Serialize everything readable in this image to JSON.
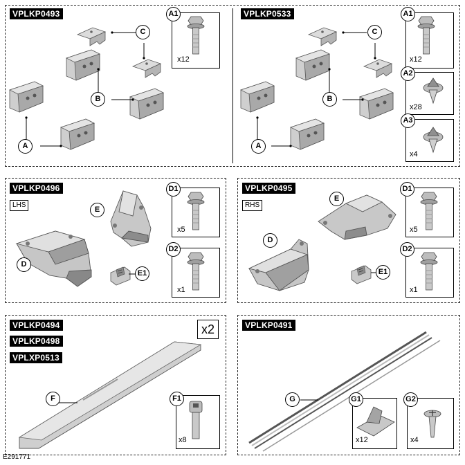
{
  "figure_id": "E291771",
  "panels": {
    "p1": {
      "kit": "VPLKP0493",
      "callouts": {
        "a": "A",
        "b": "B",
        "c": "C"
      },
      "parts": [
        {
          "id": "A1",
          "qty": "x12",
          "icon": "bolt-icon"
        }
      ]
    },
    "p2": {
      "kit": "VPLKP0533",
      "callouts": {
        "a": "A",
        "b": "B",
        "c": "C"
      },
      "parts": [
        {
          "id": "A1",
          "qty": "x12",
          "icon": "bolt-icon"
        },
        {
          "id": "A2",
          "qty": "x28",
          "icon": "clip-icon"
        },
        {
          "id": "A3",
          "qty": "x4",
          "icon": "clip-icon"
        }
      ]
    },
    "p3": {
      "kit": "VPLKP0496",
      "side": "LHS",
      "callouts": {
        "d": "D",
        "e": "E",
        "e1": "E1"
      },
      "parts": [
        {
          "id": "D1",
          "qty": "x5",
          "icon": "bolt-icon"
        },
        {
          "id": "D2",
          "qty": "x1",
          "icon": "bolt-icon"
        }
      ]
    },
    "p4": {
      "kit": "VPLKP0495",
      "side": "RHS",
      "callouts": {
        "d": "D",
        "e": "E",
        "e1": "E1"
      },
      "parts": [
        {
          "id": "D1",
          "qty": "x5",
          "icon": "bolt-icon"
        },
        {
          "id": "D2",
          "qty": "x1",
          "icon": "bolt-icon"
        }
      ]
    },
    "p5": {
      "kits": [
        "VPLKP0494",
        "VPLKP0498",
        "VPLXP0513"
      ],
      "multiplier": "x2",
      "callouts": {
        "f": "F"
      },
      "parts": [
        {
          "id": "F1",
          "qty": "x8",
          "icon": "socket-bolt-icon"
        }
      ]
    },
    "p6": {
      "kit": "VPLKP0491",
      "callouts": {
        "g": "G"
      },
      "parts": [
        {
          "id": "G1",
          "qty": "x12",
          "icon": "wedge-clip-icon"
        },
        {
          "id": "G2",
          "qty": "x4",
          "icon": "screw-icon"
        }
      ]
    }
  },
  "colors": {
    "part_fill": "#cfcfcf",
    "part_shade": "#9a9a9a",
    "part_dark": "#6e6e6e",
    "line": "#000000"
  }
}
